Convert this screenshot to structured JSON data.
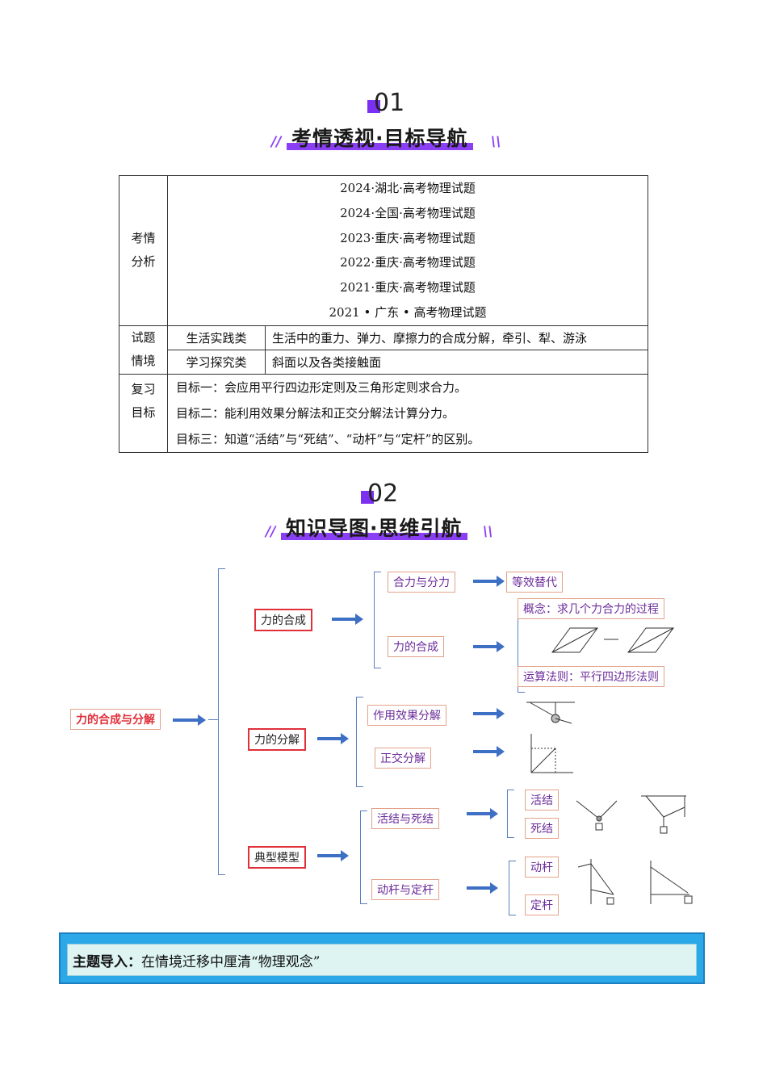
{
  "section1": {
    "number": "01",
    "title": "考情透视·目标导航"
  },
  "section2": {
    "number": "02",
    "title": "知识导图·思维引航"
  },
  "table": {
    "analysis_label_1": "考情",
    "analysis_label_2": "分析",
    "exams": [
      "2024·湖北·高考物理试题",
      "2024·全国·高考物理试题",
      "2023·重庆·高考物理试题",
      "2022·重庆·高考物理试题",
      "2021·重庆·高考物理试题",
      "2021 • 广东 • 高考物理试题"
    ],
    "context_label_1": "试题",
    "context_label_2": "情境",
    "contexts": [
      {
        "type": "生活实践类",
        "content": "生活中的重力、弹力、摩擦力的合成分解，牵引、犁、游泳"
      },
      {
        "type": "学习探究类",
        "content": "斜面以及各类接触面"
      }
    ],
    "goal_label_1": "复习",
    "goal_label_2": "目标",
    "goals": [
      "目标一：会应用平行四边形定则及三角形定则求合力。",
      "目标二：能利用效果分解法和正交分解法计算分力。",
      "目标三：知道“活结”与“死结”、“动杆”与“定杆”的区别。"
    ]
  },
  "mindmap": {
    "root": "力的合成与分解",
    "composition": "力的合成",
    "resultant": "合力与分力",
    "equivalent": "等效替代",
    "composition_sub": "力的合成",
    "concept": "概念：求几个力合力的过程",
    "rule": "运算法则：平行四边形法则",
    "decomposition": "力的分解",
    "effect": "作用效果分解",
    "orthogonal": "正交分解",
    "models": "典型模型",
    "knots": "活结与死结",
    "live_knot": "活结",
    "dead_knot": "死结",
    "rods": "动杆与定杆",
    "moving_rod": "动杆",
    "fixed_rod": "定杆"
  },
  "topic": {
    "label": "主题导入：",
    "text": "在情境迁移中厘清“物理观念”"
  }
}
